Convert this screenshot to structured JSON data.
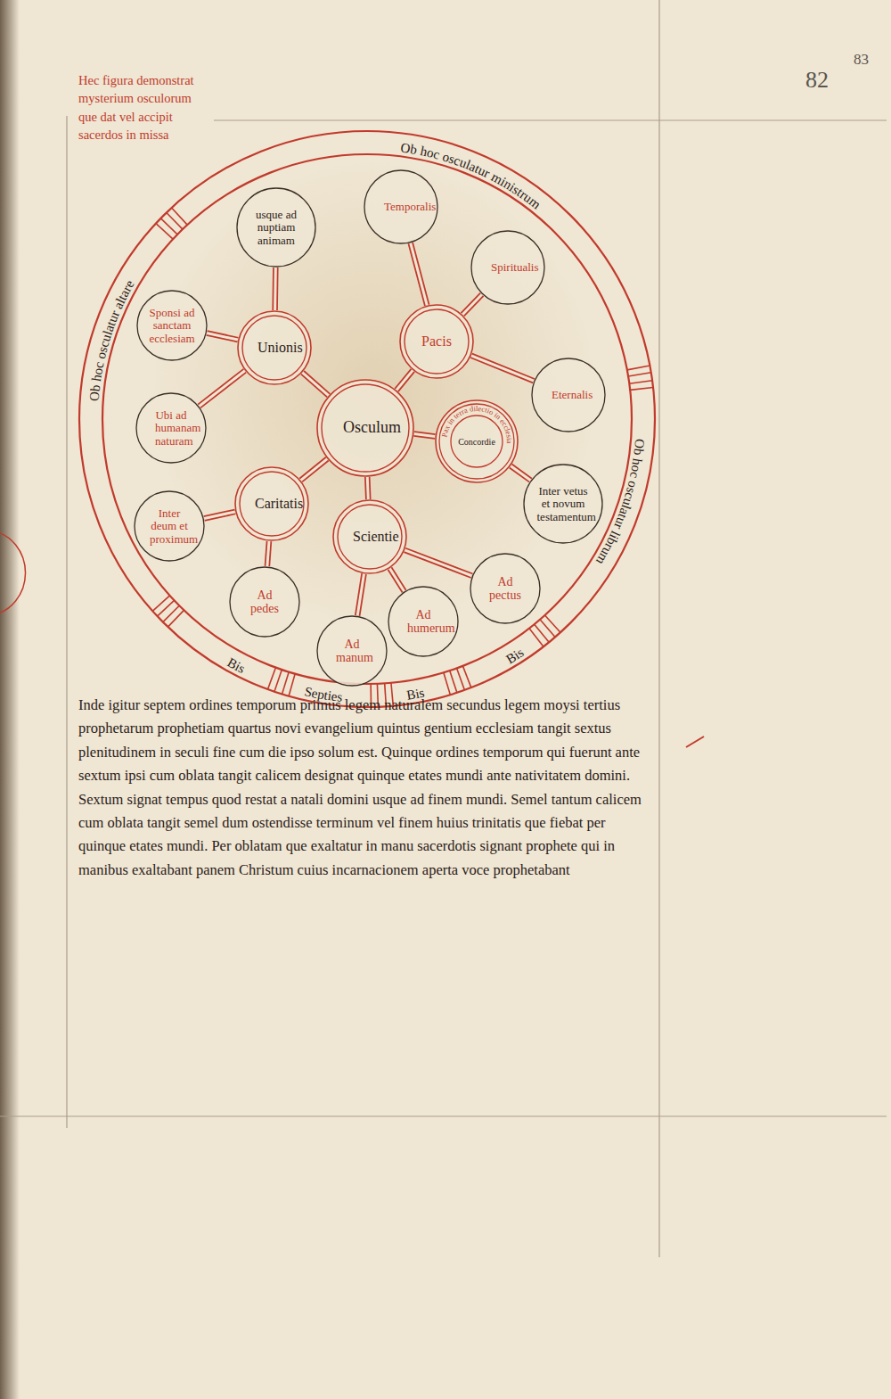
{
  "diagram": {
    "nodes": [
      {
        "text": [
          "Ob hoc osculatur ministrum",
          "Ob hoc osculatur librum",
          "Bis",
          "Bis",
          "Septies",
          "Bis",
          "Ob hoc osculatur altare"
        ]
      },
      {
        "text": [
          "usque ad nuptiam animam"
        ],
        "in": 0
      },
      {
        "text": [
          "Temporalis"
        ],
        "in": 0
      },
      {
        "text": [
          "Spiritualis"
        ],
        "in": 0
      },
      {
        "text": [
          "Unionis"
        ],
        "in": 0
      },
      {
        "text": [
          "Pacis"
        ],
        "in": 0
      },
      {
        "text": [
          "Sponsi ad sanctam ecclesiam"
        ],
        "in": 0
      },
      {
        "text": [
          "Eternalis"
        ],
        "in": 0
      },
      {
        "text": [
          "Osculum"
        ],
        "in": 0
      },
      {
        "text": [
          "Ubi ad humanam naturam"
        ],
        "in": 0
      },
      {
        "text": [
          "Pax in terra dilectio in ecclesia",
          "Concordie"
        ],
        "in": 0
      },
      {
        "text": [
          "Caritatis"
        ],
        "in": 0
      },
      {
        "text": [
          "Inter vetus et novum testamentum"
        ],
        "in": 0
      },
      {
        "text": [
          "Inter deum et proximum"
        ],
        "in": 0
      },
      {
        "text": [
          "Scientie"
        ],
        "in": 0
      },
      {
        "text": [
          "Ad pectus"
        ],
        "in": 0
      },
      {
        "text": [
          "Ad pedes"
        ],
        "in": 0
      },
      {
        "text": [
          "Ad humerum"
        ],
        "in": 0
      },
      {
        "text": [
          "Ad manum"
        ],
        "in": 0
      }
    ],
    "edges": [
      {
        "from": 8,
        "to": 4,
        "arrow": "none"
      },
      {
        "from": 8,
        "to": 5,
        "arrow": "none"
      },
      {
        "from": 8,
        "to": 10,
        "arrow": "none"
      },
      {
        "from": 8,
        "to": 11,
        "arrow": "none"
      },
      {
        "from": 8,
        "to": 14,
        "arrow": "none"
      },
      {
        "from": 4,
        "to": 1,
        "arrow": "none"
      },
      {
        "from": 4,
        "to": 6,
        "arrow": "none"
      },
      {
        "from": 4,
        "to": 9,
        "arrow": "none"
      },
      {
        "from": 5,
        "to": 2,
        "arrow": "none"
      },
      {
        "from": 5,
        "to": 3,
        "arrow": "none"
      },
      {
        "from": 5,
        "to": 7,
        "arrow": "none"
      },
      {
        "from": 10,
        "to": 12,
        "arrow": "none"
      },
      {
        "from": 11,
        "to": 13,
        "arrow": "none"
      },
      {
        "from": 11,
        "to": 16,
        "arrow": "none"
      },
      {
        "from": 14,
        "to": 15,
        "arrow": "none"
      },
      {
        "from": 14,
        "to": 17,
        "arrow": "none"
      },
      {
        "from": 14,
        "to": 18,
        "arrow": "none"
      }
    ],
    "labels": [
      "Hec figura demonstrat mysterium osculorum que dat vel accipit sacerdos in missa",
      "82",
      "83",
      "Inde igitur septem ordines temporum primus legem naturalem secundus legem moysi tertius prophetarum prophetiam quartus novi evangelium quintus gentium ecclesiam tangit sextus plenitudinem in seculi fine cum die ipso solum est. Quinque ordines temporum qui fuerunt ante sextum ipsi cum oblata tangit calicem designat quinque etates mundi ante nativitatem domini. Sextum signat tempus quod restat a natali domini usque ad finem mundi. Semel tantum calicem cum oblata tangit semel dum ostendisse terminum vel finem huius trinitatis que fiebat per quinque etates mundi. Per oblatam que exaltatur in manu sacerdotis signant prophete qui in manibus exaltabant panem Christum cuius incarnacionem aperta voce prophetabant"
    ]
  }
}
